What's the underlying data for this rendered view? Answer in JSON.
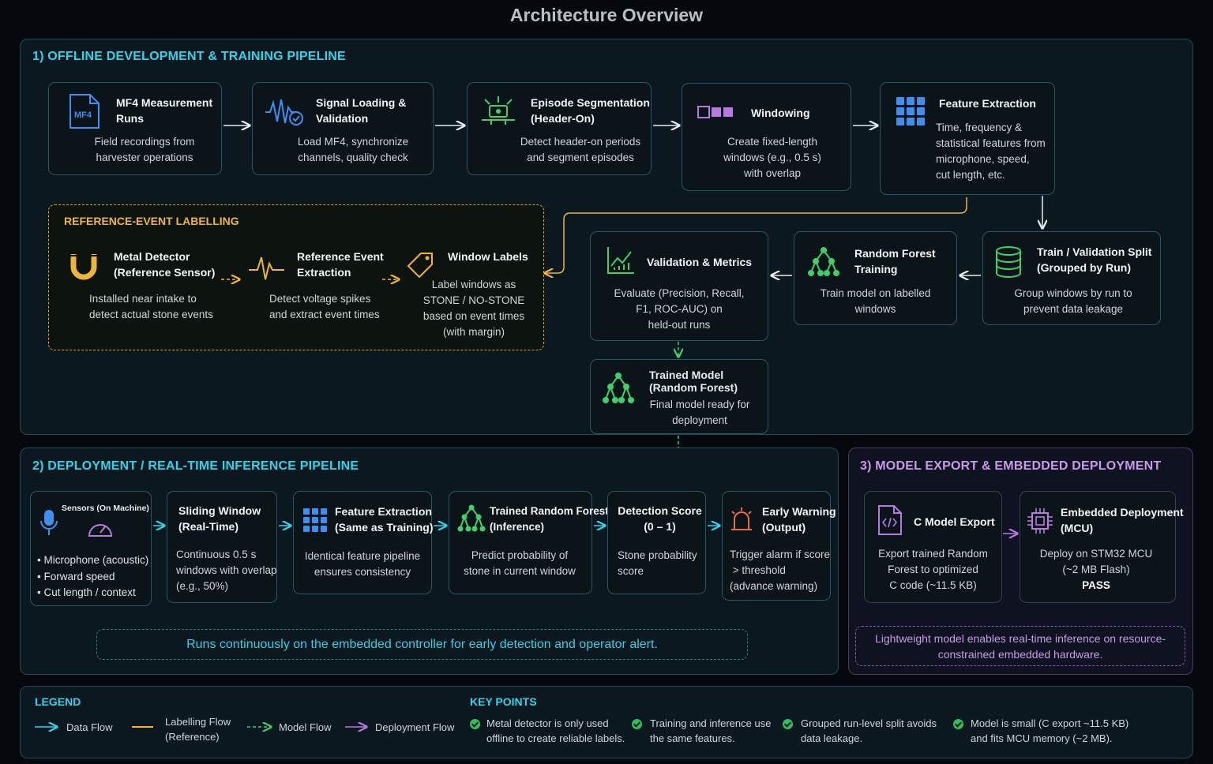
{
  "title": "Architecture Overview",
  "s1": {
    "title": "1) OFFLINE DEVELOPMENT & TRAINING PIPELINE",
    "mf4": {
      "t1": "MF4 Measurement",
      "t2": "Runs",
      "d1": "Field recordings from",
      "d2": "harvester operations",
      "icon_text": "MF4"
    },
    "signal": {
      "t1": "Signal Loading &",
      "t2": "Validation",
      "d1": "Load MF4, synchronize",
      "d2": "channels, quality check"
    },
    "episode": {
      "t1": "Episode Segmentation",
      "t2": "(Header-On)",
      "d1": "Detect header-on periods",
      "d2": "and segment episodes"
    },
    "window": {
      "t1": "Windowing",
      "d1": "Create fixed-length",
      "d2": "windows (e.g., 0.5 s)",
      "d3": "with overlap"
    },
    "feature": {
      "t1": "Feature Extraction",
      "d1": "Time, frequency &",
      "d2": "statistical features from",
      "d3": "microphone, speed,",
      "d4": "cut length, etc."
    },
    "labelling": {
      "title": "REFERENCE-EVENT LABELLING",
      "metal": {
        "t1": "Metal Detector",
        "t2": "(Reference Sensor)",
        "d1": "Installed near intake to",
        "d2": "detect actual stone events"
      },
      "ref": {
        "t1": "Reference Event",
        "t2": "Extraction",
        "d1": "Detect voltage spikes",
        "d2": "and extract event times"
      },
      "labels": {
        "t1": "Window Labels",
        "d1": "Label windows as",
        "d2": "STONE / NO-STONE",
        "d3": "based on event times",
        "d4": "(with margin)"
      }
    },
    "valid": {
      "t1": "Validation & Metrics",
      "d1": "Evaluate (Precision, Recall,",
      "d2": "F1, ROC-AUC) on",
      "d3": "held-out runs"
    },
    "rf": {
      "t1": "Random Forest",
      "t2": "Training",
      "d1": "Train model on labelled",
      "d2": "windows"
    },
    "split": {
      "t1": "Train / Validation Split",
      "t2": "(Grouped by Run)",
      "d1": "Group windows by run to",
      "d2": "prevent data leakage"
    },
    "trained": {
      "t1": "Trained Model",
      "t2": "(Random Forest)",
      "d1": "Final model ready for",
      "d2": "deployment"
    }
  },
  "s2": {
    "title": "2) DEPLOYMENT / REAL-TIME INFERENCE PIPELINE",
    "sensors": {
      "t1": "Sensors (On Machine)",
      "b1": "• Microphone (acoustic)",
      "b2": "• Forward speed",
      "b3": "• Cut length / context"
    },
    "sliding": {
      "t1": "Sliding Window",
      "t2": "(Real-Time)",
      "d1": "Continuous 0.5 s",
      "d2": "windows with overlap",
      "d3": "(e.g., 50%)"
    },
    "feat": {
      "t1": "Feature Extraction",
      "t2": "(Same as Training)",
      "d1": "Identical feature pipeline",
      "d2": "ensures consistency"
    },
    "trf": {
      "t1": "Trained Random Forest",
      "t2": "(Inference)",
      "d1": "Predict probability of",
      "d2": "stone in current window"
    },
    "score": {
      "t1": "Detection Score",
      "t2": "(0 – 1)",
      "d1": "Stone probability",
      "d2": "score"
    },
    "warn": {
      "t1": "Early Warning",
      "t2": "(Output)",
      "d1": "Trigger alarm if score",
      "d2": "> threshold",
      "d3": "(advance warning)"
    },
    "note": "Runs continuously on the embedded controller for early detection and operator alert."
  },
  "s3": {
    "title": "3) MODEL EXPORT & EMBEDDED DEPLOYMENT",
    "export": {
      "t1": "C Model Export",
      "d1": "Export trained Random",
      "d2": "Forest to optimized",
      "d3": "C code (~11.5 KB)"
    },
    "embedded": {
      "t1": "Embedded Deployment",
      "t2": "(MCU)",
      "d1": "Deploy on STM32 MCU",
      "d2": "(~2 MB Flash)",
      "d3": "PASS"
    },
    "note1": "Lightweight model enables real-time inference on resource-",
    "note2": "constrained embedded hardware."
  },
  "legend": {
    "title": "LEGEND",
    "data": "Data Flow",
    "label1": "Labelling Flow",
    "label2": "(Reference)",
    "model": "Model Flow",
    "deploy": "Deployment Flow"
  },
  "keypoints": {
    "title": "KEY POINTS",
    "k1a": "Metal detector is only used",
    "k1b": "offline to create reliable labels.",
    "k2a": "Training and inference use",
    "k2b": "the same features.",
    "k3a": "Grouped run-level split avoids",
    "k3b": "data leakage.",
    "k4a": "Model is small (C export ~11.5 KB)",
    "k4b": "and fits MCU memory (~2 MB)."
  },
  "colors": {
    "cyan": "#35d3e8",
    "amber": "#f0b537",
    "green": "#3fd06a",
    "purple": "#b77be0",
    "blue": "#3f8ff0"
  }
}
